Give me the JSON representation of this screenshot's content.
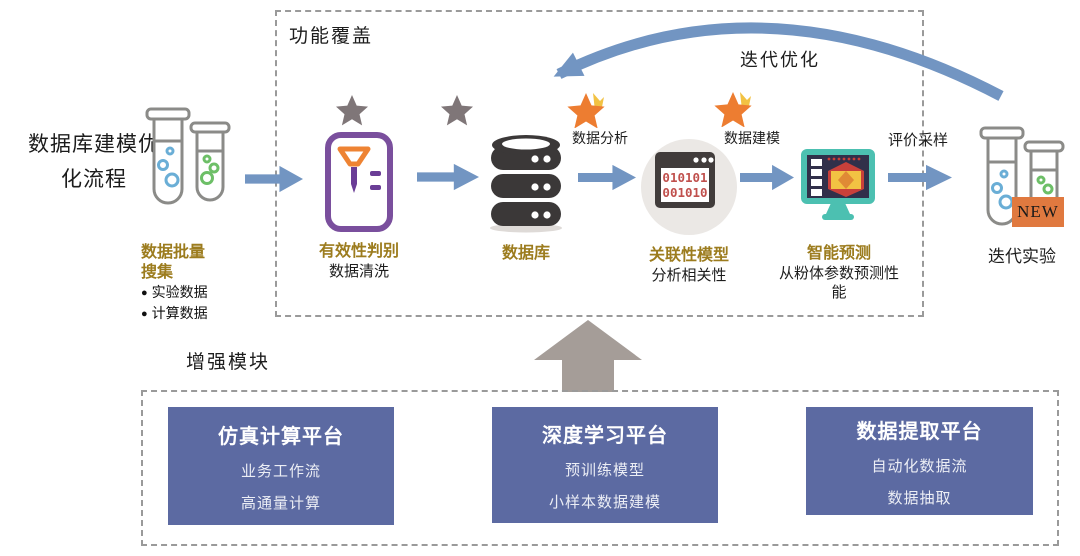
{
  "diagram": {
    "left_title_line1": "数据库建模优",
    "left_title_line2": "化流程",
    "function_box_title": "功能覆盖",
    "enhance_box_title": "增强模块",
    "loop_label": "迭代优化",
    "bullet": "●"
  },
  "stages": {
    "collect": {
      "title_line1": "数据批量",
      "title_line2": "搜集",
      "bullets": [
        "实验数据",
        "计算数据"
      ]
    },
    "validity": {
      "title": "有效性判别",
      "subtitle": "数据清洗"
    },
    "database": {
      "title": "数据库"
    },
    "correlation": {
      "title": "关联性模型",
      "subtitle": "分析相关性",
      "code_line1": "010101",
      "code_line2": "001010"
    },
    "predict": {
      "title": "智能预测",
      "subtitle": "从粉体参数预测性能"
    },
    "iterate": {
      "title": "迭代实验",
      "badge": "NEW"
    }
  },
  "annotations": {
    "analysis": "数据分析",
    "modeling": "数据建模",
    "sampling": "评价采样"
  },
  "platforms": [
    {
      "title": "仿真计算平台",
      "items": [
        "业务工作流",
        "高通量计算"
      ]
    },
    {
      "title": "深度学习平台",
      "items": [
        "预训练模型",
        "小样本数据建模"
      ]
    },
    {
      "title": "数据提取平台",
      "items": [
        "自动化数据流",
        "数据抽取"
      ]
    }
  ],
  "colors": {
    "arrow_blue": "#7295c2",
    "platform_blue": "#5c6aa2",
    "label_gold": "#9c7c1e",
    "icon_purple": "#7a4f9d",
    "icon_orange": "#ee8333",
    "icon_teal": "#4cc0b1",
    "icon_dark": "#3b3838",
    "badge_orange": "#e0793f",
    "gray_arrow": "#a59d98",
    "star_gray": "#7f7678",
    "star_orange": "#ed7d31",
    "code_red": "#c0504d"
  }
}
